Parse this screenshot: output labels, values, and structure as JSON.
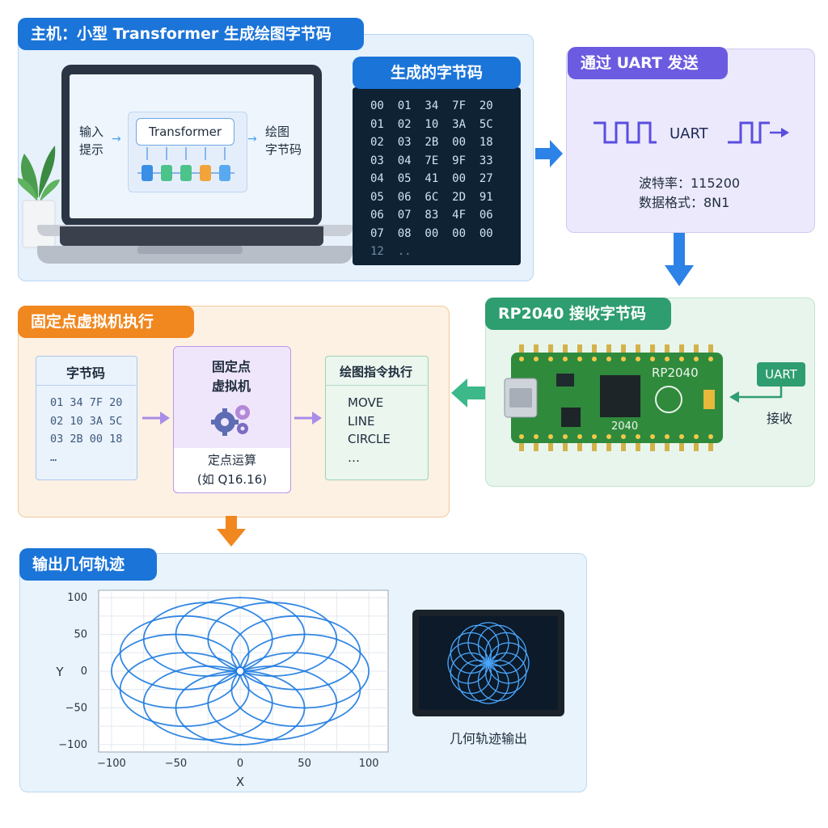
{
  "host": {
    "title": "主机：小型 Transformer 生成绘图字节码",
    "laptop": {
      "input_label": "输入\n提示",
      "model_label": "Transformer",
      "output_label": "绘图\n字节码"
    }
  },
  "bytecode": {
    "title": "生成的字节码",
    "lines": [
      "00  01  34  7F  20",
      "01  02  10  3A  5C",
      "02  03  2B  00  18",
      "03  04  7E  9F  33",
      "04  05  41  00  27",
      "05  06  6C  2D  91",
      "06  07  83  4F  06",
      "07  08  00  00  00",
      "12  .."
    ]
  },
  "uart": {
    "title": "通过 UART 发送",
    "signal_label": "UART",
    "baud": "波特率：115200",
    "format": "数据格式：8N1"
  },
  "rp2040": {
    "title": "RP2040 接收字节码",
    "chip_label": "RP2040",
    "chip_small": "2040",
    "uart_tag": "UART",
    "receive_label": "接收"
  },
  "vm": {
    "title": "固定点虚拟机执行",
    "bytecode_box": {
      "title": "字节码",
      "lines": [
        "01 34 7F 20",
        "02 10 3A 5C",
        "03 2B 00 18",
        "…"
      ]
    },
    "vm_box": {
      "title": "固定点\n虚拟机",
      "sub1": "定点运算",
      "sub2": "(如 Q16.16)"
    },
    "exec_box": {
      "title": "绘图指令执行",
      "lines": [
        "MOVE",
        "LINE",
        "CIRCLE",
        "…"
      ]
    }
  },
  "output": {
    "title": "输出几何轨迹",
    "display_caption": "几何轨迹输出"
  },
  "chart_data": {
    "type": "line",
    "title": "",
    "xlabel": "X",
    "ylabel": "Y",
    "xlim": [
      -110,
      115
    ],
    "ylim": [
      -110,
      110
    ],
    "x_ticks": [
      -100,
      -50,
      0,
      50,
      100
    ],
    "y_ticks": [
      100,
      50,
      0,
      -50,
      -100
    ],
    "grid": true,
    "pattern": {
      "circle_count": 12,
      "circle_radius": 50,
      "ring_center_radius": 50,
      "center": [
        0,
        0
      ]
    },
    "colors": {
      "primary": "#1e7be0"
    }
  },
  "colors": {
    "blue": "#1b74d8",
    "purple": "#6b5be0",
    "green": "#2e9d6f",
    "orange": "#f0871f"
  }
}
